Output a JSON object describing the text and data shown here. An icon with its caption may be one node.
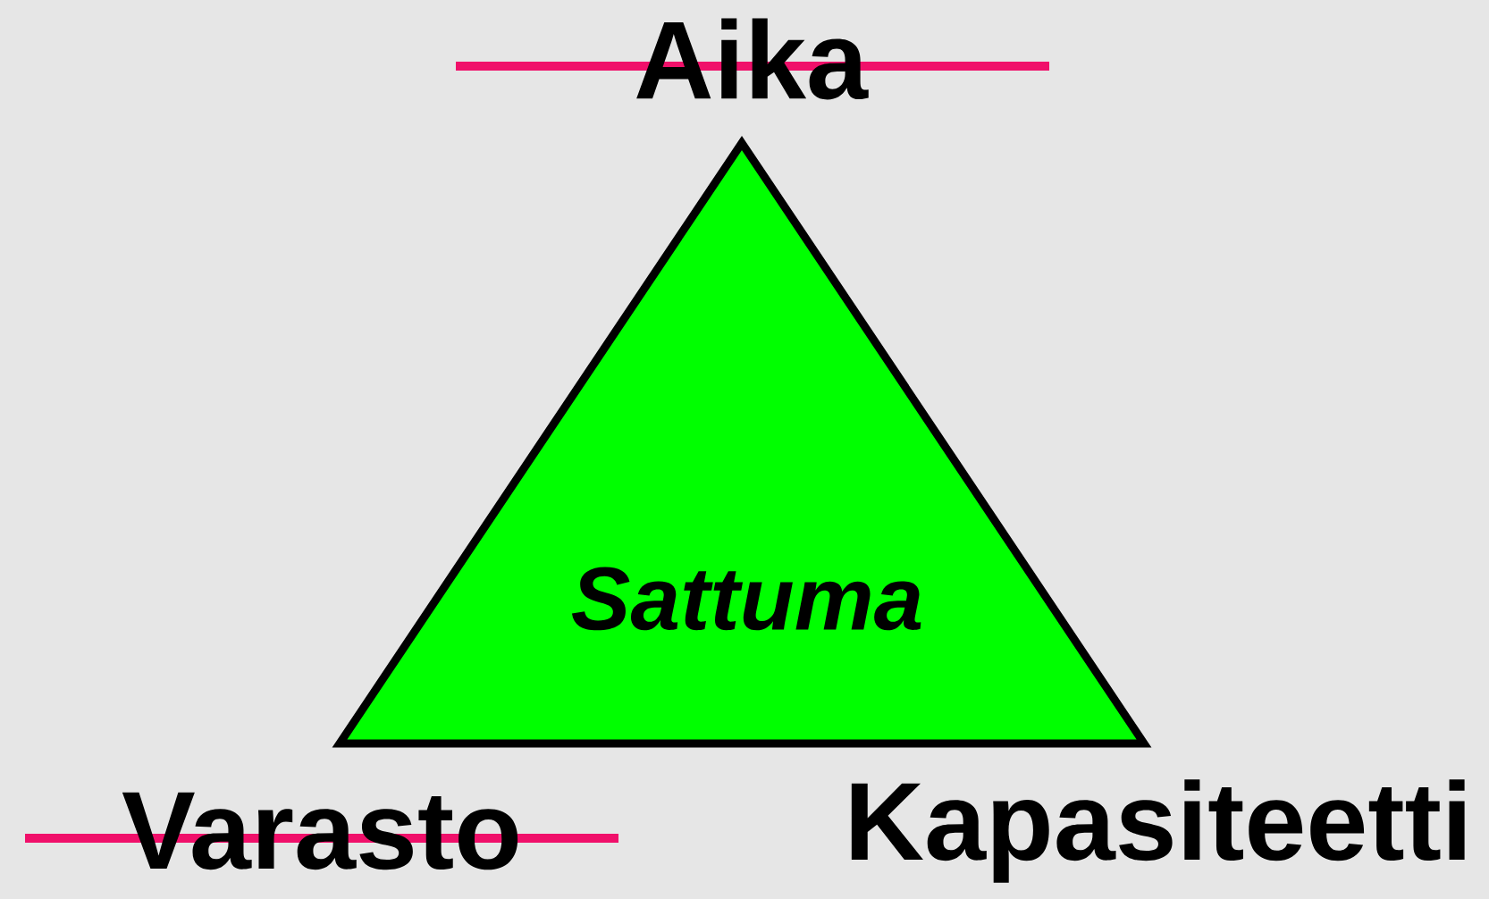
{
  "diagram": {
    "nodes": [
      {
        "text": [
          "Sattuma"
        ]
      }
    ],
    "edges": [],
    "labels": [
      "Aika",
      "Varasto",
      "Kapasiteetti"
    ]
  }
}
